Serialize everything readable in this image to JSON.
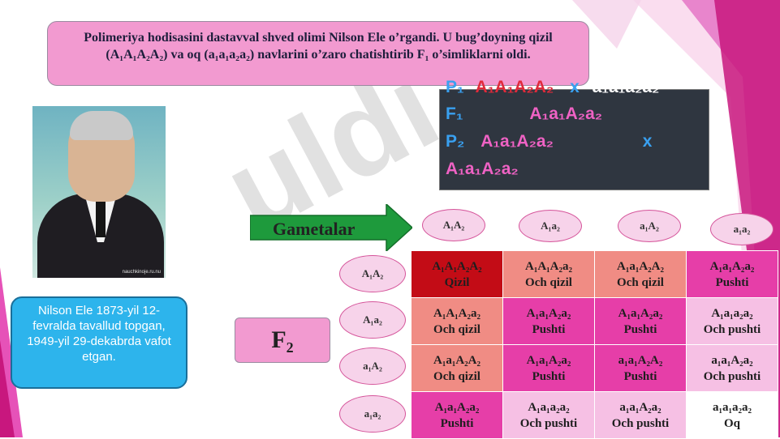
{
  "title_text": "Polimeriya hodisasini dastavval shved olimi Nilson Ele o’rgandi. U bug’doyning qizil (A₁A₁A₂A₂) va oq (a₁a₁a₂a₂) navlarini o’zaro chatishtirib F₁ o’simliklarni oldi.",
  "photo_credit": "nauchkinoje.ru.nu",
  "bio_text": "Nilson Ele 1873-yil 12-fevralda tavallud topgan, 1949-yil 29-dekabrda vafot etgan.",
  "watermark": "uldi",
  "cross": {
    "p_label": "P₁",
    "p_parent1": "A₁A₁A₂A₂",
    "p_x": "x",
    "p_parent2": "a₁a₁a₂a₂",
    "f1_label": "F₁",
    "f1_genotype": "A₁a₁A₂a₂",
    "p2_label": "P₂",
    "p2_parent1": "A₁a₁A₂a₂",
    "p2_x": "x",
    "p2_parent2": "A₁a₁A₂a₂"
  },
  "gametes_label": "Gametalar",
  "f2_label": "F₂",
  "top_gametes": [
    "A₁A₂",
    "A₁a₂",
    "a₁A₂",
    "a₁a₂"
  ],
  "side_gametes": [
    "A₁A₂",
    "A₁a₂",
    "a₁A₂",
    "a₁a₂"
  ],
  "grid": [
    [
      {
        "genotype": "A₁A₁A₂A₂",
        "phenotype": "Qizil",
        "color": "#c30c16"
      },
      {
        "genotype": "A₁A₁A₂a₂",
        "phenotype": "Och qizil",
        "color": "#f08c84"
      },
      {
        "genotype": "A₁a₁A₂A₂",
        "phenotype": "Och qizil",
        "color": "#f08c84"
      },
      {
        "genotype": "A₁a₁A₂a₂",
        "phenotype": "Pushti",
        "color": "#e63ea8"
      }
    ],
    [
      {
        "genotype": "A₁A₁A₂a₂",
        "phenotype": "Och qizil",
        "color": "#f08c84"
      },
      {
        "genotype": "A₁a₁A₂a₂",
        "phenotype": "Pushti",
        "color": "#e63ea8"
      },
      {
        "genotype": "A₁a₁A₂a₂",
        "phenotype": "Pushti",
        "color": "#e63ea8"
      },
      {
        "genotype": "A₁a₁a₂a₂",
        "phenotype": "Och pushti",
        "color": "#f6c0e4"
      }
    ],
    [
      {
        "genotype": "A₁a₁A₂A₂",
        "phenotype": "Och qizil",
        "color": "#f08c84"
      },
      {
        "genotype": "A₁a₁A₂a₂",
        "phenotype": "Pushti",
        "color": "#e63ea8"
      },
      {
        "genotype": "a₁a₁A₂A₂",
        "phenotype": "Pushti",
        "color": "#e63ea8"
      },
      {
        "genotype": "a₁a₁A₂a₂",
        "phenotype": "Och pushti",
        "color": "#f6c0e4"
      }
    ],
    [
      {
        "genotype": "A₁a₁A₂a₂",
        "phenotype": "Pushti",
        "color": "#e63ea8"
      },
      {
        "genotype": "A₁a₁a₂a₂",
        "phenotype": "Och pushti",
        "color": "#f6c0e4"
      },
      {
        "genotype": "a₁a₁A₂a₂",
        "phenotype": "Och pushti",
        "color": "#f6c0e4"
      },
      {
        "genotype": "a₁a₁a₂a₂",
        "phenotype": "Oq",
        "color": "#ffffff"
      }
    ]
  ],
  "colors": {
    "accent_pink": "#f29ad0",
    "magenta": "#c8177e",
    "bio_blue": "#2db4ec",
    "arrow_green": "#1e9a3c",
    "cross_bg": "#2f3640"
  }
}
